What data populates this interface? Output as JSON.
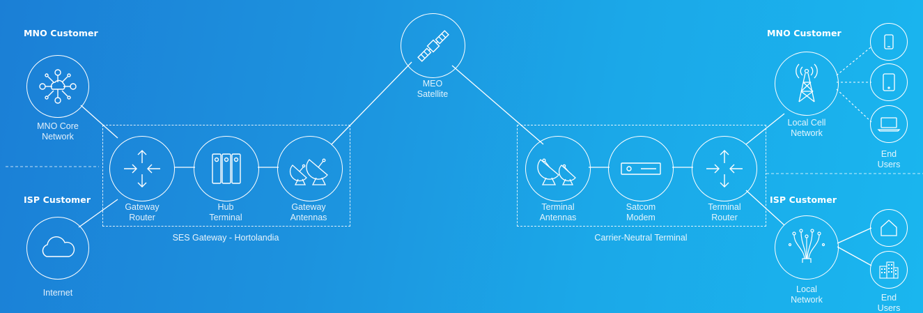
{
  "customers": {
    "mno_left": "MNO Customer",
    "isp_left": "ISP Customer",
    "mno_right": "MNO Customer",
    "isp_right": "ISP Customer"
  },
  "nodes": {
    "mno_core": "MNO Core\nNetwork",
    "internet": "Internet",
    "gateway_router": "Gateway\nRouter",
    "hub_terminal": "Hub\nTerminal",
    "gateway_antennas": "Gateway\nAntennas",
    "meo_satellite": "MEO\nSatellite",
    "terminal_antennas": "Terminal\nAntennas",
    "satcom_modem": "Satcom\nModem",
    "terminal_router": "Terminal\nRouter",
    "local_cell_network": "Local Cell\nNetwork",
    "local_network": "Local\nNetwork",
    "end_users_top": "End\nUsers",
    "end_users_bottom": "End\nUsers"
  },
  "groups": {
    "gateway": "SES Gateway - Hortolandia",
    "terminal": "Carrier-Neutral Terminal"
  },
  "icons": {
    "mno_core": "network-hub-icon",
    "internet": "cloud-icon",
    "gateway_router": "router-arrows-icon",
    "hub_terminal": "server-rack-icon",
    "gateway_antennas": "satellite-dish-icon",
    "meo_satellite": "satellite-icon",
    "terminal_antennas": "satellite-dish-icon",
    "satcom_modem": "modem-icon",
    "terminal_router": "router-arrows-icon",
    "local_cell_network": "cell-tower-icon",
    "local_network": "fiber-optic-icon",
    "end_users": [
      "phone-icon",
      "tablet-icon",
      "laptop-icon",
      "house-icon",
      "office-building-icon"
    ]
  },
  "colors": {
    "background_left": "#1b7fd6",
    "background_right": "#1ab6ef",
    "line": "#ffffff"
  }
}
